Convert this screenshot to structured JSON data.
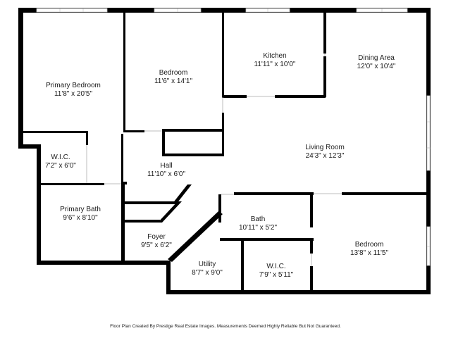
{
  "rooms": [
    {
      "name": "Primary Bedroom",
      "dims": "11'8\" x 20'5\""
    },
    {
      "name": "Bedroom",
      "dims": "11'6\" x 14'1\""
    },
    {
      "name": "Kitchen",
      "dims": "11'11\" x 10'0\""
    },
    {
      "name": "Dining Area",
      "dims": "12'0\" x 10'4\""
    },
    {
      "name": "W.I.C.",
      "dims": "7'2\" x 6'0\""
    },
    {
      "name": "Hall",
      "dims": "11'10\" x 6'0\""
    },
    {
      "name": "Living Room",
      "dims": "24'3\" x 12'3\""
    },
    {
      "name": "Primary Bath",
      "dims": "9'6\" x 8'10\""
    },
    {
      "name": "Bath",
      "dims": "10'11\" x 5'2\""
    },
    {
      "name": "Foyer",
      "dims": "9'5\" x 6'2\""
    },
    {
      "name": "Bedroom",
      "dims": "13'8\" x 11'5\""
    },
    {
      "name": "Utility",
      "dims": "8'7\" x 9'0\""
    },
    {
      "name": "W.I.C.",
      "dims": "7'9\" x 5'11\""
    }
  ],
  "footer": {
    "credit": "Floor Plan Created By Prestige Real Estate Images. Measurements Deemed Highly Reliable But Not Guaranteed."
  },
  "colors": {
    "wall": "#000000",
    "window": "#c9c9c9",
    "background": "#ffffff"
  }
}
